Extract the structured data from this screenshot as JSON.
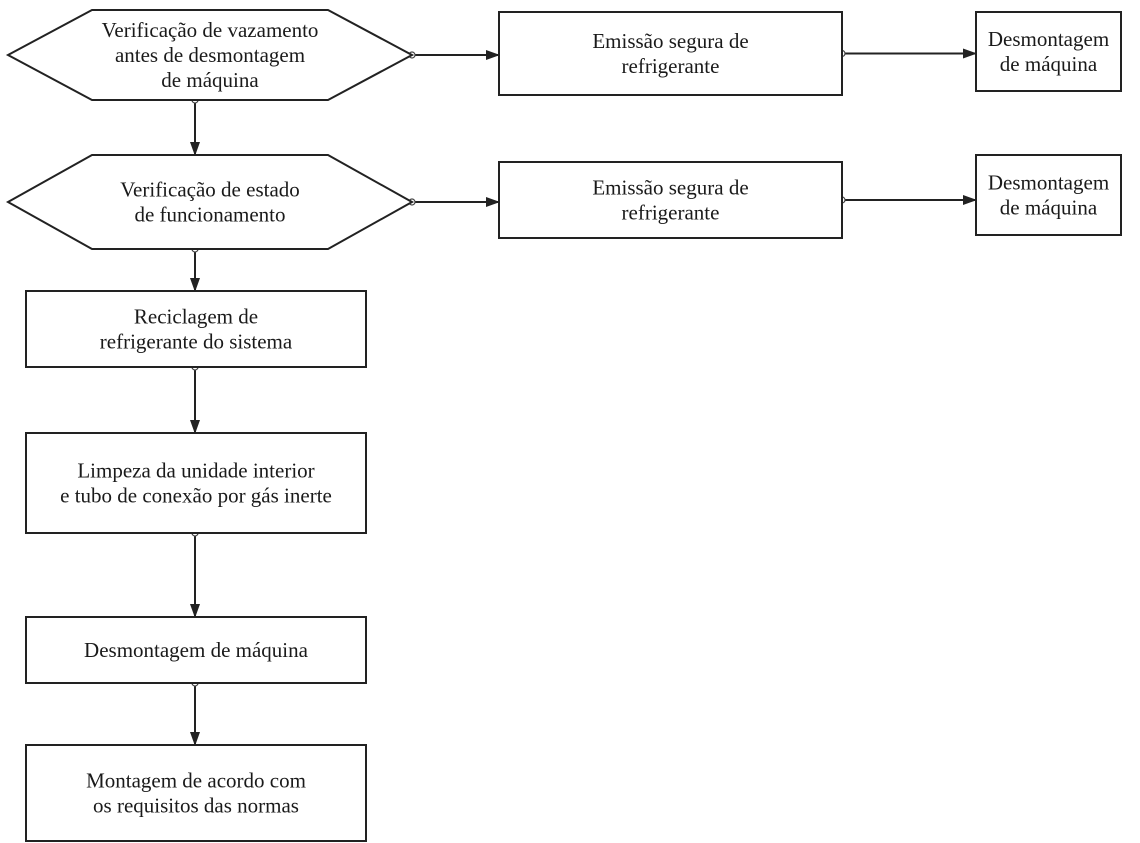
{
  "nodes": {
    "leak_check": {
      "shape": "hexagon",
      "lines": [
        "Verificação de vazamento",
        "antes de desmontagem",
        "de máquina"
      ]
    },
    "emission_1": {
      "shape": "rectangle",
      "lines": [
        "Emissão segura de",
        "refrigerante"
      ]
    },
    "disassembly_1": {
      "shape": "rectangle",
      "lines": [
        "Desmontagem",
        "de máquina"
      ]
    },
    "operation_check": {
      "shape": "hexagon",
      "lines": [
        "Verificação de estado",
        "de funcionamento"
      ]
    },
    "emission_2": {
      "shape": "rectangle",
      "lines": [
        "Emissão segura de",
        "refrigerante"
      ]
    },
    "disassembly_2": {
      "shape": "rectangle",
      "lines": [
        "Desmontagem",
        "de máquina"
      ]
    },
    "recycling": {
      "shape": "rectangle",
      "lines": [
        "Reciclagem de",
        "refrigerante do sistema"
      ]
    },
    "cleaning": {
      "shape": "rectangle",
      "lines": [
        "Limpeza da unidade interior",
        "e tubo de conexão por gás inerte"
      ]
    },
    "disassembly_main": {
      "shape": "rectangle",
      "lines": [
        "Desmontagem de máquina"
      ]
    },
    "assembly": {
      "shape": "rectangle",
      "lines": [
        "Montagem de acordo com",
        "os requisitos das normas"
      ]
    }
  },
  "edges": [
    {
      "from": "leak_check",
      "to": "emission_1"
    },
    {
      "from": "emission_1",
      "to": "disassembly_1"
    },
    {
      "from": "leak_check",
      "to": "operation_check"
    },
    {
      "from": "operation_check",
      "to": "emission_2"
    },
    {
      "from": "emission_2",
      "to": "disassembly_2"
    },
    {
      "from": "operation_check",
      "to": "recycling"
    },
    {
      "from": "recycling",
      "to": "cleaning"
    },
    {
      "from": "cleaning",
      "to": "disassembly_main"
    },
    {
      "from": "disassembly_main",
      "to": "assembly"
    }
  ]
}
